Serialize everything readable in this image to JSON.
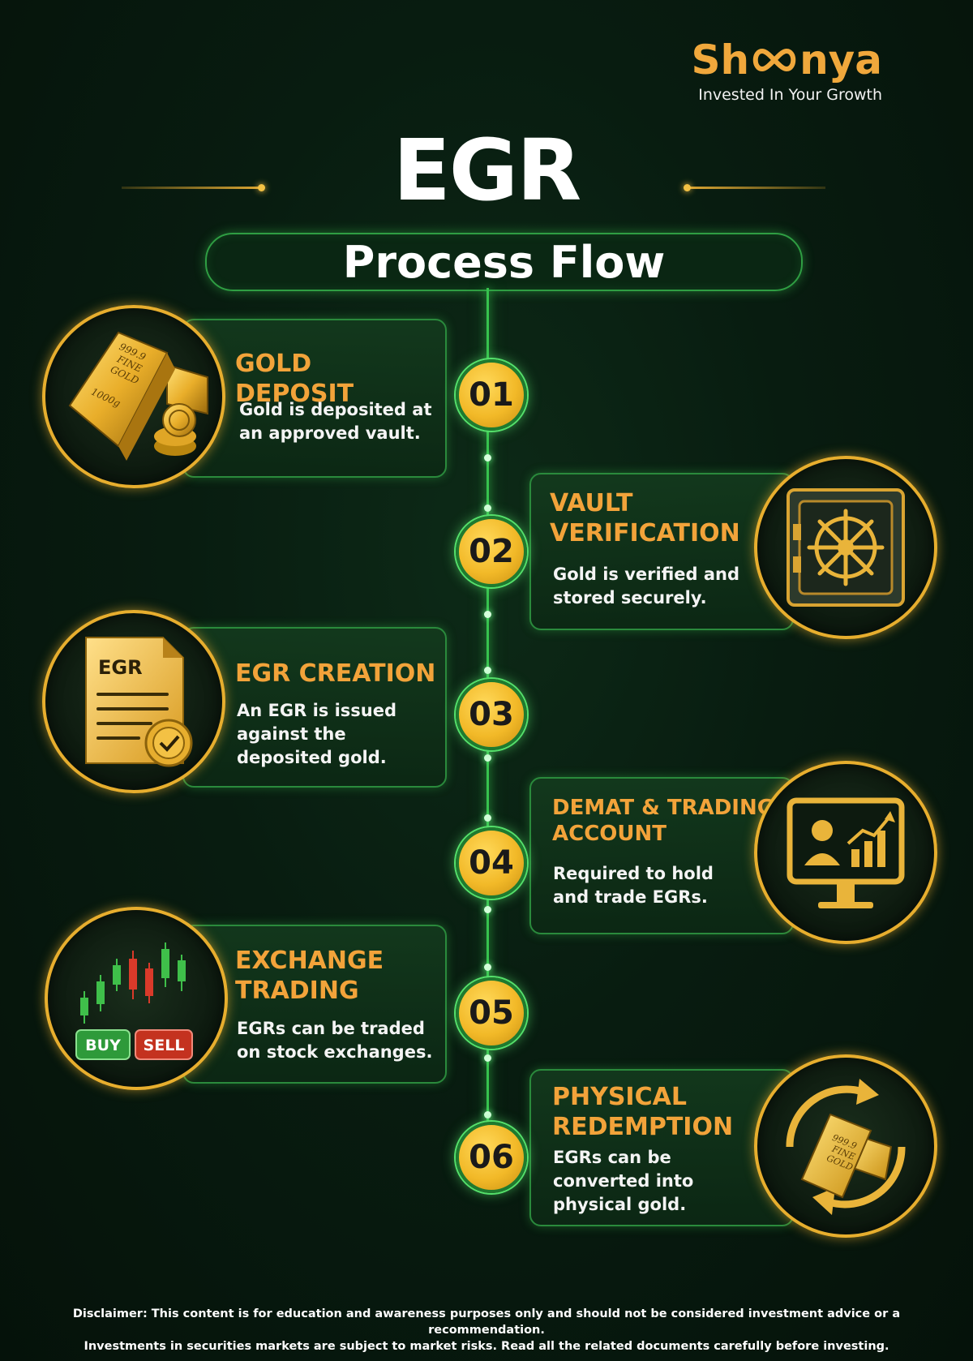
{
  "brand": {
    "name_prefix": "Sh",
    "name_suffix": "nya",
    "tagline": "Invested In Your Growth"
  },
  "title": "EGR",
  "subtitle": "Process Flow",
  "steps": [
    {
      "number": "01",
      "title": "GOLD DEPOSIT",
      "description": "Gold is deposited at an approved vault.",
      "icon": "gold-bars-icon"
    },
    {
      "number": "02",
      "title": "VAULT VERIFICATION",
      "description": "Gold is verified and stored securely.",
      "icon": "vault-icon"
    },
    {
      "number": "03",
      "title": "EGR CREATION",
      "description": "An EGR is issued against the deposited gold.",
      "icon": "certificate-icon",
      "icon_label": "EGR"
    },
    {
      "number": "04",
      "title": "DEMAT & TRADING ACCOUNT",
      "description": "Required to hold and trade EGRs.",
      "icon": "monitor-chart-icon"
    },
    {
      "number": "05",
      "title": "EXCHANGE TRADING",
      "description": "EGRs can be traded on stock exchanges.",
      "icon": "candlestick-icon",
      "buy_label": "BUY",
      "sell_label": "SELL"
    },
    {
      "number": "06",
      "title": "PHYSICAL REDEMPTION",
      "description": "EGRs can be converted into physical gold.",
      "icon": "gold-cycle-icon"
    }
  ],
  "gold_bar_text": {
    "line1": "999.9",
    "line2": "FINE",
    "line3": "GOLD",
    "line4": "1000g"
  },
  "disclaimer": {
    "line1": "Disclaimer: This content is for education and awareness purposes only and should not be considered investment advice or a recommendation.",
    "line2": "Investments in securities markets are subject to market risks. Read all the related documents carefully before investing."
  },
  "colors": {
    "accent_gold": "#f2a33a",
    "green_glow": "#37c24e",
    "background": "#081c10"
  }
}
